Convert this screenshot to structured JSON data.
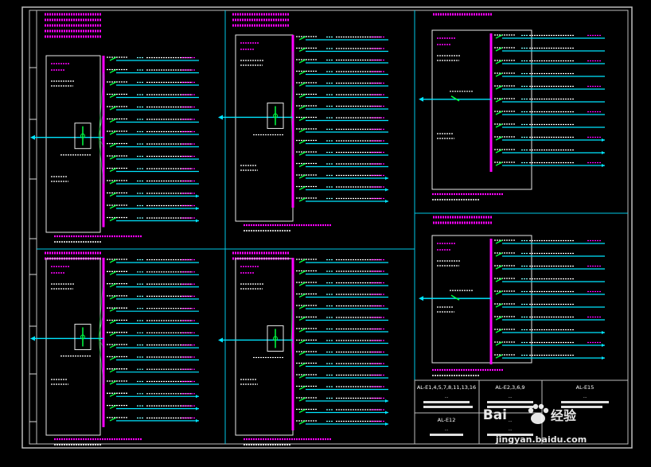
{
  "colors": {
    "background": "#000000",
    "frame": "#c0c0c0",
    "magenta": "#ff00ff",
    "cyan": "#00e5ff",
    "green": "#00ff40",
    "white": "#ffffff",
    "lightcyan": "#80ffff",
    "tick": "#d7d7d7"
  },
  "panels": [
    {
      "id": "panel-1"
    },
    {
      "id": "panel-2"
    },
    {
      "id": "panel-3"
    },
    {
      "id": "panel-4"
    },
    {
      "id": "panel-5"
    },
    {
      "id": "panel-6"
    }
  ],
  "title_block": {
    "cell_1_line_1": "AL-E1,4,5,7,8,11,13,16",
    "cell_1_line_2": "...",
    "cell_2_line_1": "AL-E2,3,6,9",
    "cell_2_line_2": "...",
    "cell_3_line_1": "AL-E12",
    "cell_3_line_2": "...",
    "cell_4_line_1": "AL-E15",
    "cell_4_line_2": "...",
    "cell_5_line_1": "...",
    "cell_5_line_2": "..."
  },
  "watermark": {
    "brand": "Bai",
    "brand_suffix": "经验",
    "url": "jingyan.baidu.com"
  }
}
